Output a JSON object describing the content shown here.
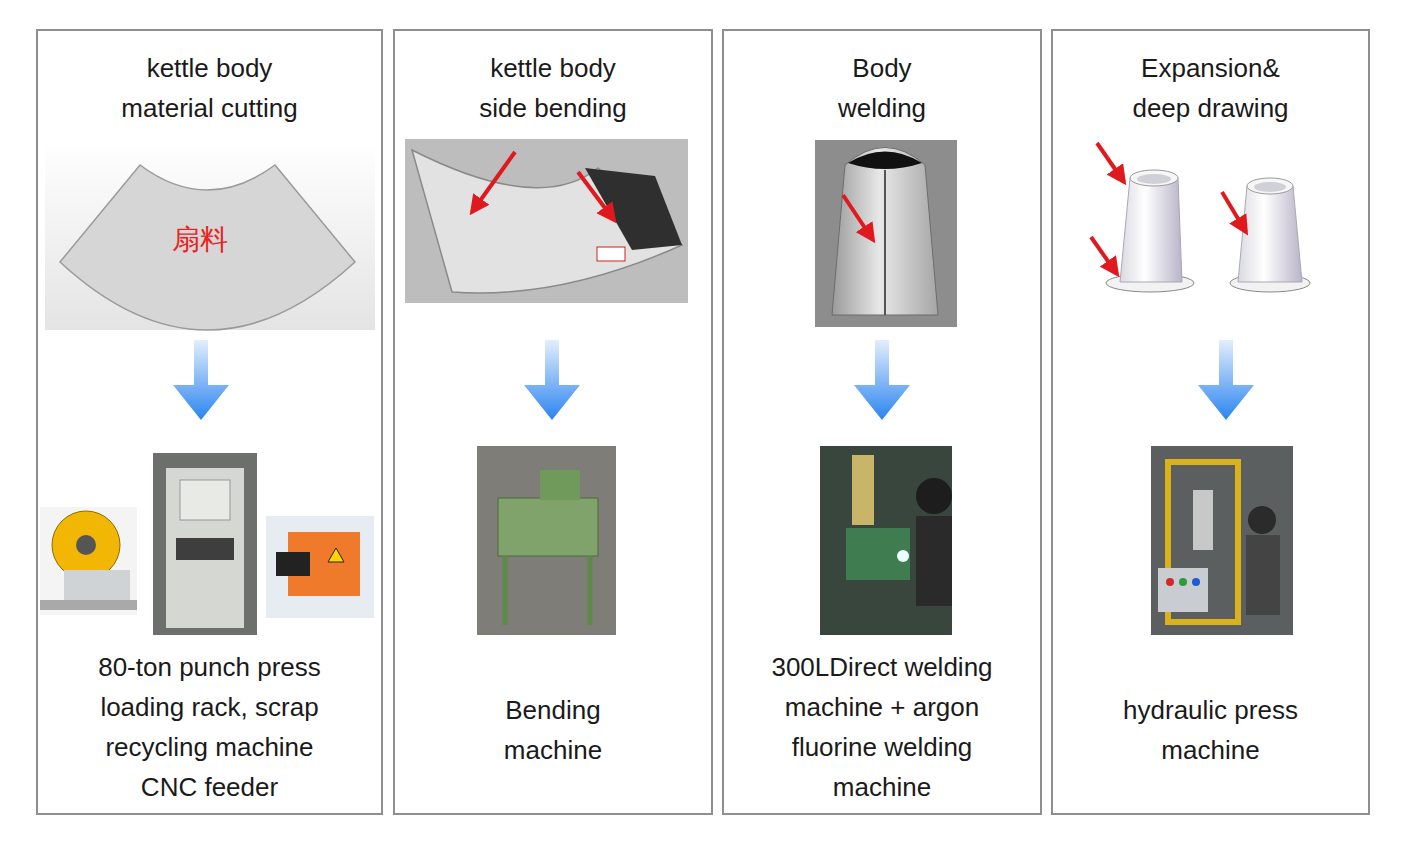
{
  "diagram": {
    "nodes": [
      {
        "text": [
          "kettle body material cutting",
          "80-ton punch press loading rack, scrap recycling machine CNC feeder"
        ]
      },
      {
        "text": [
          "kettle body side bending",
          "Bending machine"
        ]
      },
      {
        "text": [
          "Body welding",
          "300LDirect welding machine + argon fluorine welding machine"
        ]
      },
      {
        "text": [
          "Expansion& deep drawing",
          "hydraulic press machine"
        ]
      }
    ],
    "labels": [
      "扇料"
    ]
  }
}
